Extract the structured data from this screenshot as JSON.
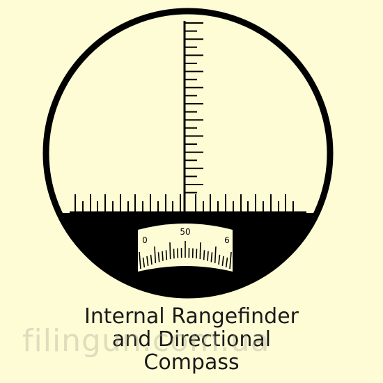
{
  "caption": {
    "line1": "Internal Rangefinder",
    "line2": "and Directional",
    "line3": "Compass"
  },
  "compass": {
    "scale_labels": [
      "0",
      "50",
      "6"
    ]
  },
  "watermark": "filingun.com.ua",
  "colors": {
    "background": "#fdfcd5",
    "ink": "#000000",
    "scale_window": "#fdfcd5"
  }
}
